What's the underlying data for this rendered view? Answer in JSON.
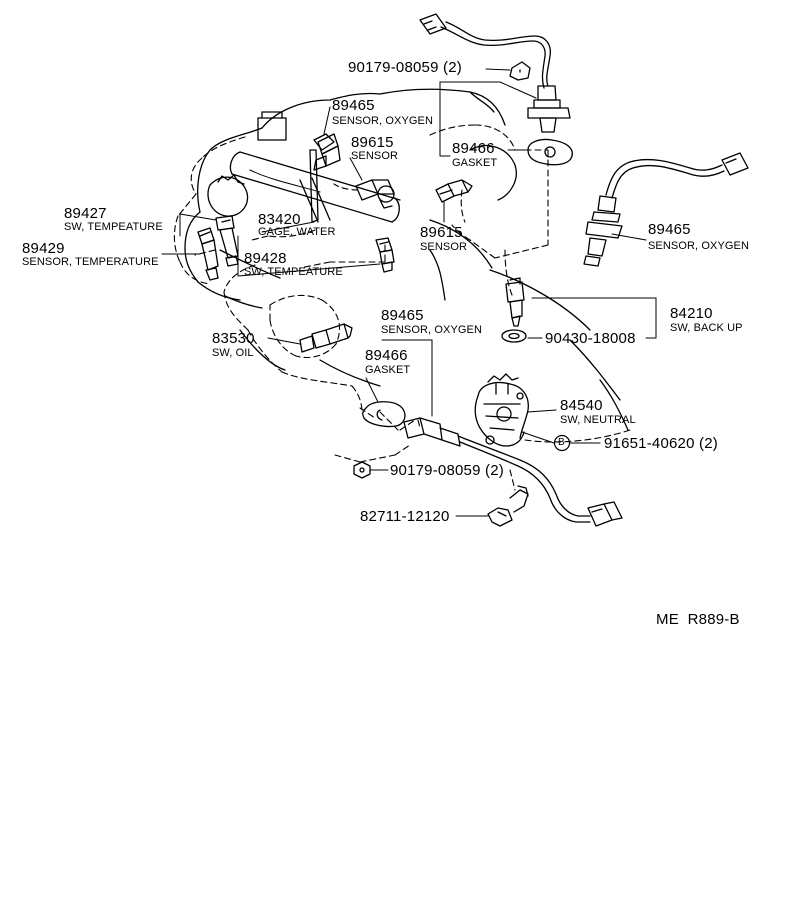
{
  "parts": {
    "p1_num": "90179-08059",
    "p1_qty": "(2)",
    "p2_num": "89465",
    "p2_name": "SENSOR, OXYGEN",
    "p3_num": "89615",
    "p3_name": "SENSOR",
    "p4_num": "89466",
    "p4_name": "GASKET",
    "p5_num": "89615",
    "p5_name": "SENSOR",
    "p6_num": "89465",
    "p6_name": "SENSOR, OXYGEN",
    "p7_num": "89427",
    "p7_name": "SW, TEMPEATURE",
    "p8_num": "89429",
    "p8_name": "SENSOR, TEMPERATURE",
    "p9_num": "83420",
    "p9_name": "GAGE, WATER",
    "p10_num": "89428",
    "p10_name": "SW, TEMPEATURE",
    "p11_num": "84210",
    "p11_name": "SW, BACK UP",
    "p12_num": "90430-18008",
    "p13_num": "89465",
    "p13_name": "SENSOR, OXYGEN",
    "p14_num": "83530",
    "p14_name": "SW, OIL",
    "p15_num": "89466",
    "p15_name": "GASKET",
    "p16_num": "84540",
    "p16_name": "SW, NEUTRAL",
    "p17_ref": "B",
    "p17_num": "91651-40620",
    "p17_qty": "(2)",
    "p18_num": "90179-08059",
    "p18_qty": "(2)",
    "p19_num": "82711-12120"
  },
  "diagram_code": "ME  R889-B"
}
